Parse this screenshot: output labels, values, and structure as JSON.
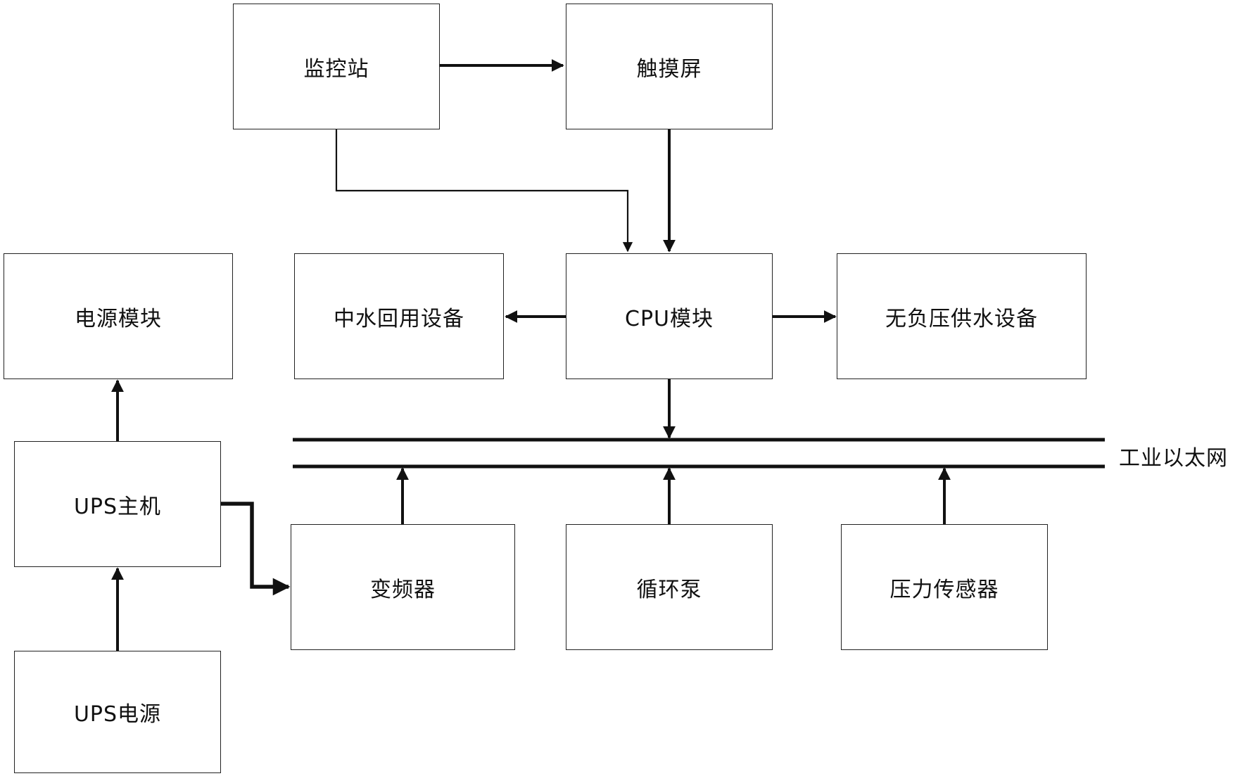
{
  "nodes": {
    "monitor_station": "监控站",
    "touch_screen": "触摸屏",
    "power_module": "电源模块",
    "reclaimed_water_equipment": "中水回用设备",
    "cpu_module": "CPU模块",
    "non_negative_pressure_supply": "无负压供水设备",
    "ups_host": "UPS主机",
    "frequency_converter": "变频器",
    "circulation_pump": "循环泵",
    "pressure_sensor": "压力传感器",
    "ups_power": "UPS电源"
  },
  "bus": {
    "label": "工业以太网"
  },
  "connections": [
    {
      "from": "monitor_station",
      "to": "touch_screen"
    },
    {
      "from": "monitor_station",
      "to": "cpu_module"
    },
    {
      "from": "touch_screen",
      "to": "cpu_module"
    },
    {
      "from": "cpu_module",
      "to": "reclaimed_water_equipment"
    },
    {
      "from": "cpu_module",
      "to": "non_negative_pressure_supply"
    },
    {
      "from": "cpu_module",
      "to": "bus"
    },
    {
      "from": "frequency_converter",
      "to": "bus"
    },
    {
      "from": "circulation_pump",
      "to": "bus"
    },
    {
      "from": "pressure_sensor",
      "to": "bus"
    },
    {
      "from": "ups_host",
      "to": "power_module"
    },
    {
      "from": "ups_power",
      "to": "ups_host"
    },
    {
      "from": "ups_host",
      "to": "frequency_converter"
    }
  ]
}
